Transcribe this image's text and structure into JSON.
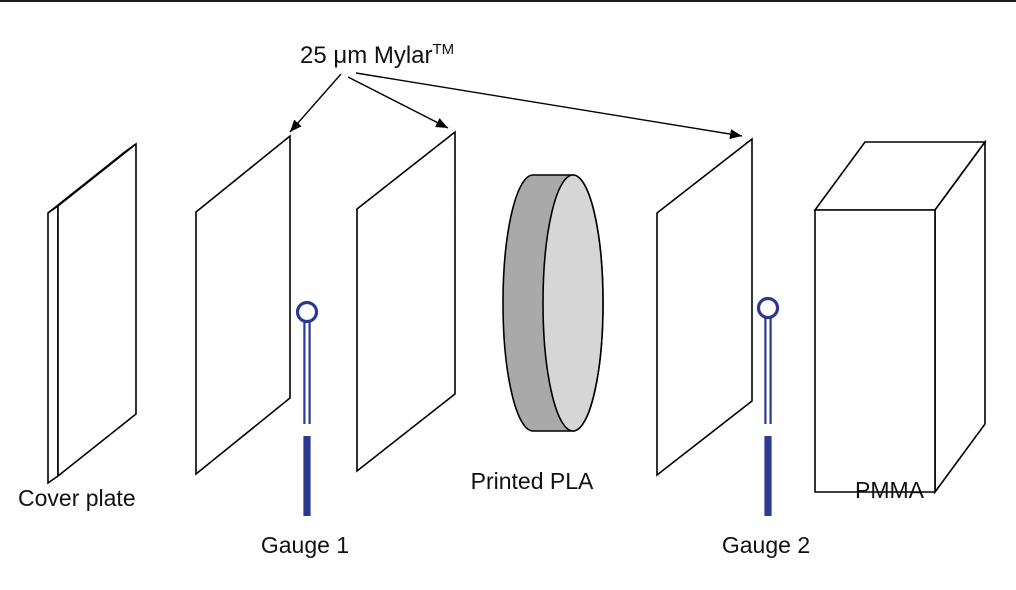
{
  "diagram": {
    "title_main": "25 μm Mylar",
    "title_sup": "TM",
    "labels": {
      "cover_plate": "Cover plate",
      "gauge1": "Gauge 1",
      "printed_pla": "Printed PLA",
      "gauge2": "Gauge 2",
      "pmma": "PMMA"
    },
    "colors": {
      "outline": "#000000",
      "gauge_blue": "#2b3990",
      "pla_side_gray": "#a9a9a9",
      "pla_face_gray": "#d6d6d6",
      "background": "#ffffff"
    }
  }
}
